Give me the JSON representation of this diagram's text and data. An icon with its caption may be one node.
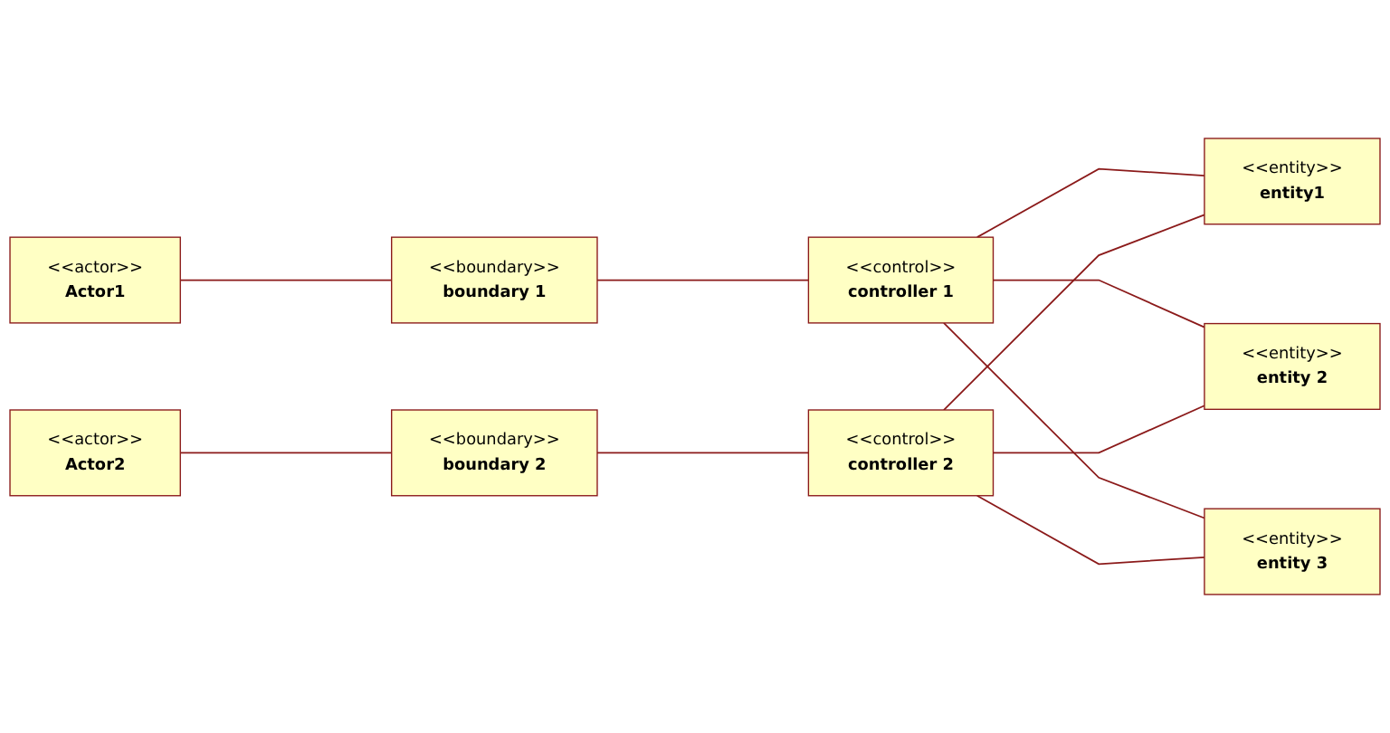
{
  "diagram": {
    "nodes": [
      {
        "text": [
          "<<actor>>",
          "Actor1"
        ]
      },
      {
        "text": [
          "<<boundary>>",
          "boundary 1"
        ]
      },
      {
        "text": [
          "<<control>>",
          "controller 1"
        ]
      },
      {
        "text": [
          "<<entity>>",
          "entity1"
        ]
      },
      {
        "text": [
          "<<entity>>",
          "entity 2"
        ]
      },
      {
        "text": [
          "<<actor>>",
          "Actor2"
        ]
      },
      {
        "text": [
          "<<boundary>>",
          "boundary 2"
        ]
      },
      {
        "text": [
          "<<control>>",
          "controller 2"
        ]
      },
      {
        "text": [
          "<<entity>>",
          "entity 3"
        ]
      }
    ],
    "edges": [
      {
        "from": 0,
        "to": 1,
        "arrow": "none"
      },
      {
        "from": 1,
        "to": 2,
        "arrow": "none"
      },
      {
        "from": 2,
        "to": 3,
        "arrow": "none"
      },
      {
        "from": 2,
        "to": 4,
        "arrow": "none"
      },
      {
        "from": 2,
        "to": 8,
        "arrow": "none"
      },
      {
        "from": 5,
        "to": 6,
        "arrow": "none"
      },
      {
        "from": 6,
        "to": 7,
        "arrow": "none"
      },
      {
        "from": 7,
        "to": 3,
        "arrow": "none"
      },
      {
        "from": 7,
        "to": 4,
        "arrow": "none"
      },
      {
        "from": 7,
        "to": 8,
        "arrow": "none"
      }
    ]
  }
}
